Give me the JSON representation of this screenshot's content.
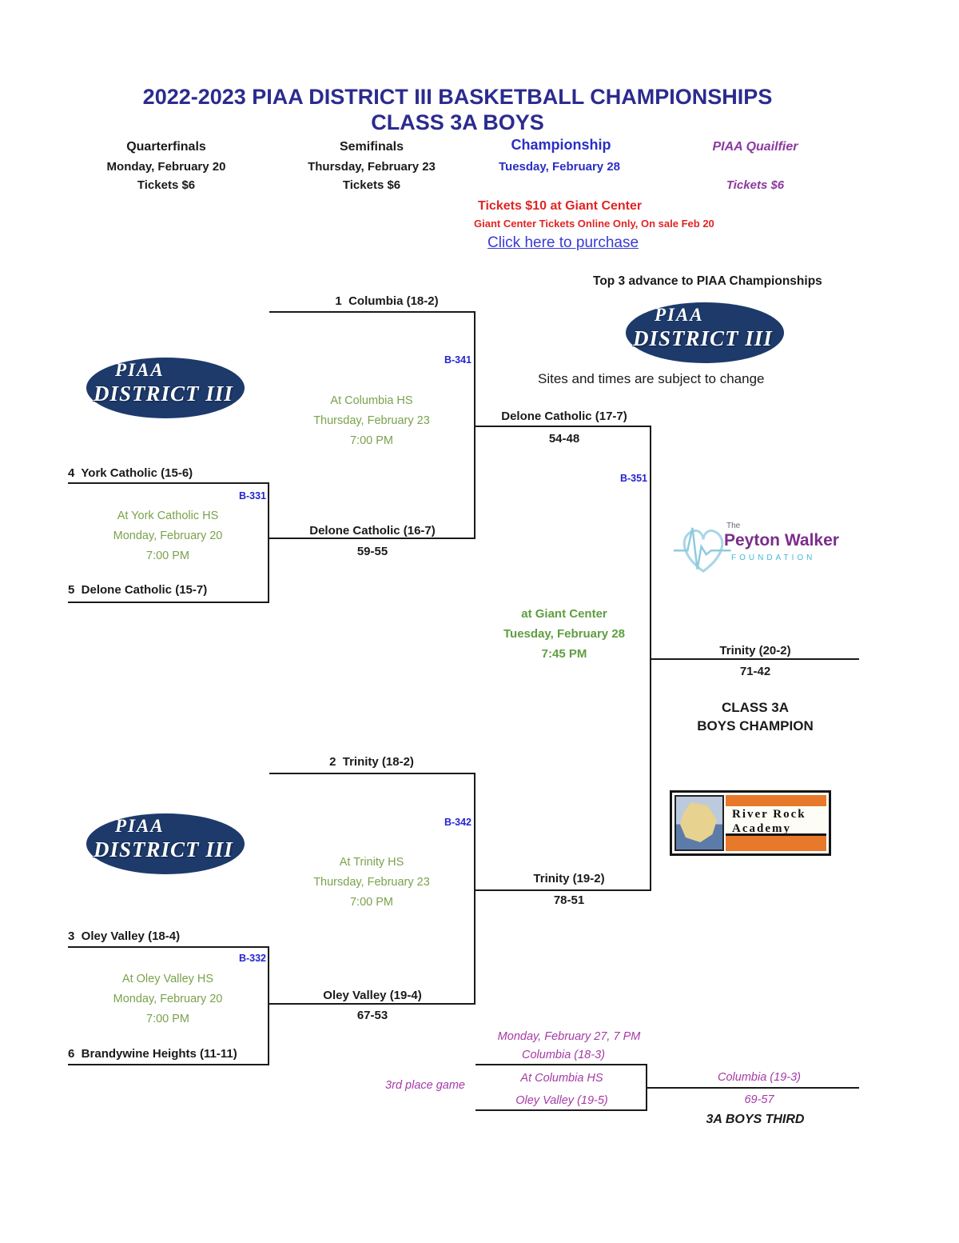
{
  "page": {
    "title_line1": "2022-2023 PIAA DISTRICT III BASKETBALL CHAMPIONSHIPS",
    "title_line2": "CLASS 3A BOYS"
  },
  "rounds": {
    "quarterfinals": {
      "label": "Quarterfinals",
      "date": "Monday, February 20",
      "tickets": "Tickets $6"
    },
    "semifinals": {
      "label": "Semifinals",
      "date": "Thursday, February 23",
      "tickets": "Tickets $6"
    },
    "championship": {
      "label": "Championship",
      "date": "Tuesday, February 28"
    },
    "qualifier": {
      "label": "PIAA Quailfier",
      "tickets": "Tickets $6"
    }
  },
  "tickets_notice": {
    "line1": "Tickets $10 at Giant Center",
    "line2": "Giant Center Tickets Online Only, On sale Feb 20",
    "link_label": "Click here to purchase"
  },
  "notes": {
    "advance": "Top 3 advance to PIAA Championships",
    "sites": "Sites and times are subject to change"
  },
  "games": {
    "qf1": {
      "code": "B-331",
      "team_top": "4  York Catholic (15-6)",
      "team_bottom": "5  Delone Catholic (15-7)",
      "venue": "At York Catholic HS",
      "date": "Monday, February 20",
      "time": "7:00 PM",
      "winner": "Delone Catholic (16-7)",
      "score": "59-55"
    },
    "qf2": {
      "code": "B-332",
      "team_top": "3  Oley Valley (18-4)",
      "team_bottom": "6  Brandywine Heights (11-11)",
      "venue": "At Oley Valley HS",
      "date": "Monday, February 20",
      "time": "7:00 PM",
      "winner": "Oley Valley (19-4)",
      "score": "67-53"
    },
    "sf1": {
      "code": "B-341",
      "team_top": "1  Columbia (18-2)",
      "venue": "At Columbia HS",
      "date": "Thursday, February 23",
      "time": "7:00 PM",
      "winner": "Delone Catholic (17-7)",
      "score": "54-48"
    },
    "sf2": {
      "code": "B-342",
      "team_top": "2  Trinity (18-2)",
      "venue": "At Trinity HS",
      "date": "Thursday, February 23",
      "time": "7:00 PM",
      "winner": "Trinity (19-2)",
      "score": "78-51"
    },
    "final": {
      "code": "B-351",
      "venue": "at Giant Center",
      "date": "Tuesday, February 28",
      "time": "7:45 PM",
      "winner": "Trinity (20-2)",
      "score": "71-42"
    },
    "third": {
      "label": "3rd place game",
      "datetime": "Monday, February 27, 7 PM",
      "team_top": "Columbia (18-3)",
      "venue": "At Columbia HS",
      "team_bottom": "Oley Valley (19-5)",
      "winner": "Columbia (19-3)",
      "score": "69-57",
      "title": "3A BOYS THIRD"
    }
  },
  "champion": {
    "line1": "CLASS 3A",
    "line2": "BOYS CHAMPION"
  },
  "logos": {
    "piaa": {
      "top": "PIAA",
      "bottom": "DISTRICT III"
    },
    "peyton_walker": {
      "the": "The",
      "name": "Peyton Walker",
      "foundation": "FOUNDATION"
    },
    "river_rock": {
      "line1": "River Rock",
      "line2": "Academy"
    }
  },
  "colors": {
    "title_navy": "#2b2b8f",
    "championship_blue": "#2a2ec4",
    "qualifier_purple": "#8b3a9e",
    "alert_red": "#e02525",
    "link_blue": "#3a3ad6",
    "game_code_blue": "#2424d0",
    "venue_green": "#7aa24c",
    "third_place_purple": "#a53aa5",
    "bracket_line": "#1a1a1a",
    "piaa_logo_navy": "#1d3a6b",
    "peyton_purple": "#7c2d8c",
    "peyton_lightblue": "#45b8d8",
    "river_rock_orange": "#e8782a"
  }
}
